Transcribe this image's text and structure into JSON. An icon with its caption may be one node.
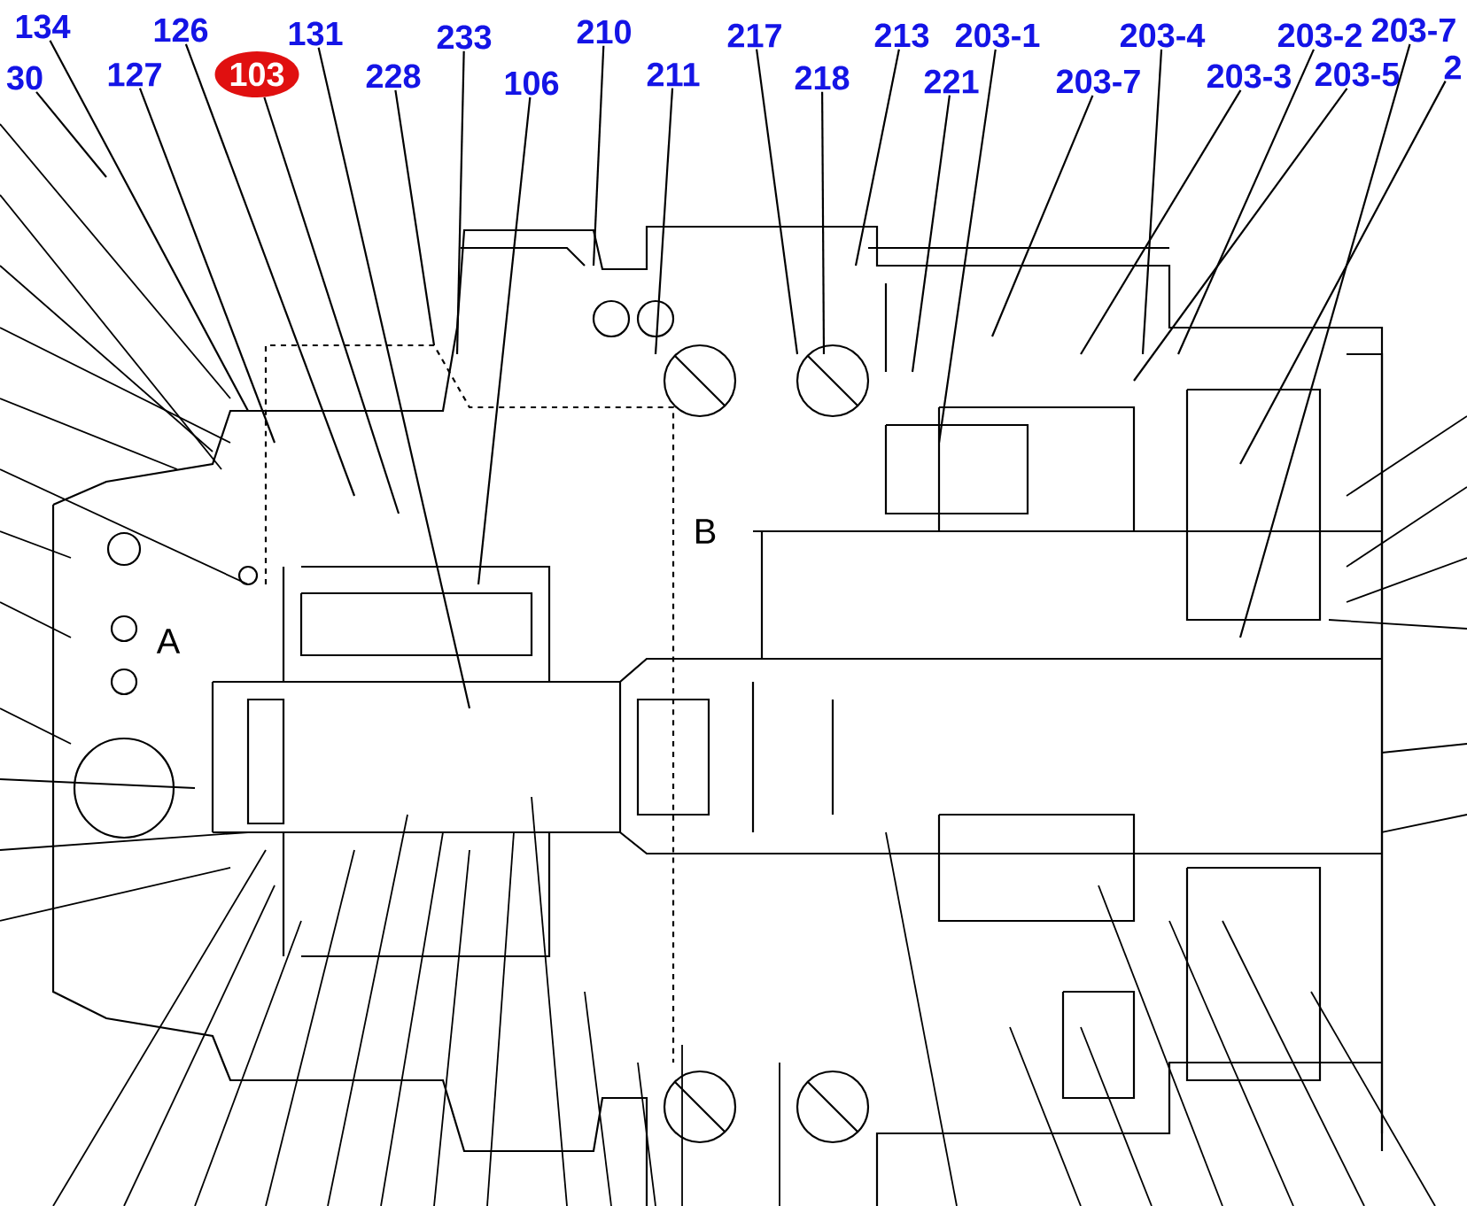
{
  "diagram": {
    "nodes": [
      {
        "text": [
          "134"
        ]
      },
      {
        "text": [
          "126"
        ]
      },
      {
        "text": [
          "131"
        ]
      },
      {
        "text": [
          "233"
        ]
      },
      {
        "text": [
          "210"
        ]
      },
      {
        "text": [
          "217"
        ]
      },
      {
        "text": [
          "213"
        ]
      },
      {
        "text": [
          "203-1"
        ]
      },
      {
        "text": [
          "203-4"
        ]
      },
      {
        "text": [
          "203-2"
        ]
      },
      {
        "text": [
          "203-7"
        ]
      },
      {
        "text": [
          "30"
        ]
      },
      {
        "text": [
          "127"
        ]
      },
      {
        "text": [
          "103"
        ]
      },
      {
        "text": [
          "228"
        ]
      },
      {
        "text": [
          "106"
        ]
      },
      {
        "text": [
          "211"
        ]
      },
      {
        "text": [
          "218"
        ]
      },
      {
        "text": [
          "221"
        ]
      },
      {
        "text": [
          "203-7"
        ]
      },
      {
        "text": [
          "203-3"
        ]
      },
      {
        "text": [
          "203-5"
        ]
      },
      {
        "text": [
          "2"
        ]
      }
    ],
    "edges": [
      {
        "from": 0,
        "to": null,
        "arrow": "none"
      },
      {
        "from": 1,
        "to": null,
        "arrow": "none"
      },
      {
        "from": 2,
        "to": null,
        "arrow": "none"
      },
      {
        "from": 3,
        "to": null,
        "arrow": "none"
      },
      {
        "from": 4,
        "to": null,
        "arrow": "none"
      },
      {
        "from": 5,
        "to": null,
        "arrow": "none"
      },
      {
        "from": 6,
        "to": null,
        "arrow": "none"
      },
      {
        "from": 7,
        "to": null,
        "arrow": "none"
      },
      {
        "from": 8,
        "to": null,
        "arrow": "none"
      },
      {
        "from": 9,
        "to": null,
        "arrow": "none"
      },
      {
        "from": 10,
        "to": null,
        "arrow": "none"
      },
      {
        "from": 11,
        "to": null,
        "arrow": "none"
      },
      {
        "from": 12,
        "to": null,
        "arrow": "none"
      },
      {
        "from": 13,
        "to": null,
        "arrow": "none"
      },
      {
        "from": 14,
        "to": null,
        "arrow": "none"
      },
      {
        "from": 15,
        "to": null,
        "arrow": "none"
      },
      {
        "from": 16,
        "to": null,
        "arrow": "none"
      },
      {
        "from": 17,
        "to": null,
        "arrow": "none"
      },
      {
        "from": 18,
        "to": null,
        "arrow": "none"
      },
      {
        "from": 19,
        "to": null,
        "arrow": "none"
      },
      {
        "from": 20,
        "to": null,
        "arrow": "none"
      },
      {
        "from": 21,
        "to": null,
        "arrow": "none"
      },
      {
        "from": 22,
        "to": null,
        "arrow": "none"
      }
    ],
    "labels": [
      "A",
      "B"
    ]
  }
}
